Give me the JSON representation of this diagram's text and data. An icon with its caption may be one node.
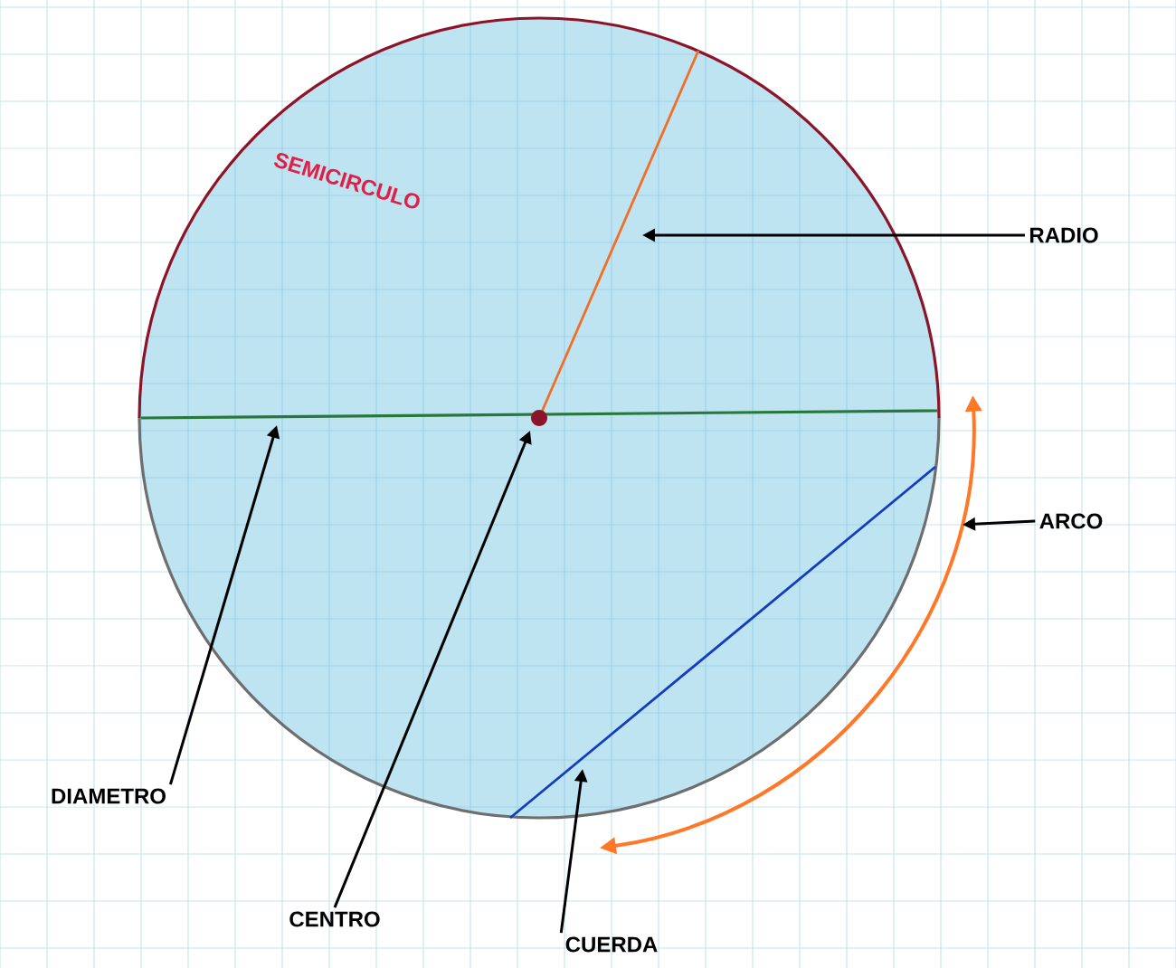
{
  "diagram": {
    "nodes": [
      {
        "text": [
          "RADIO"
        ]
      },
      {
        "text": [
          "ARCO"
        ]
      },
      {
        "text": [
          "DIAMETRO"
        ]
      },
      {
        "text": [
          "CENTRO"
        ]
      },
      {
        "text": [
          "CUERDA"
        ]
      }
    ],
    "edges": [
      {
        "from": 0,
        "to": null,
        "arrow": "to"
      },
      {
        "from": 1,
        "to": null,
        "arrow": "to"
      },
      {
        "from": 2,
        "to": null,
        "arrow": "to"
      },
      {
        "from": 3,
        "to": null,
        "arrow": "to"
      },
      {
        "from": 4,
        "to": null,
        "arrow": "to"
      }
    ],
    "labels": [
      "SEMICIRCULO"
    ]
  }
}
